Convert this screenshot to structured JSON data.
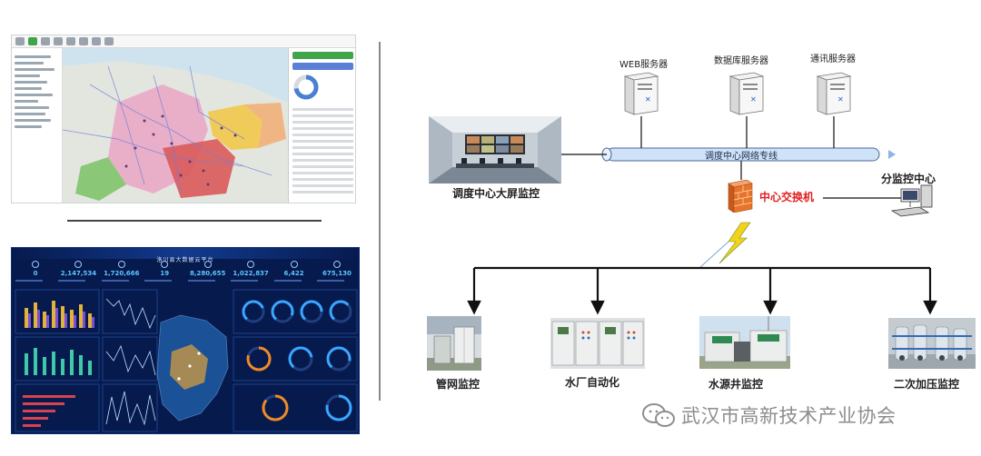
{
  "dashboard": {
    "title": "洛川县大数据云平台",
    "kpis": [
      "0",
      "2,147,534",
      "1,720,666",
      "19",
      "8,280,655",
      "1,022,837",
      "6,422",
      "675,130"
    ]
  },
  "topology": {
    "servers": [
      {
        "id": "web",
        "label": "WEB服务器"
      },
      {
        "id": "db",
        "label": "数据库服务器"
      },
      {
        "id": "comm",
        "label": "通讯服务器"
      }
    ],
    "network_label": "调度中心网络专线",
    "control_room_label": "调度中心大屏监控",
    "switch_label": "中心交换机",
    "sub_center_label": "分监控中心",
    "sites": [
      {
        "id": "pipe",
        "label": "管网监控"
      },
      {
        "id": "plant",
        "label": "水厂自动化"
      },
      {
        "id": "well",
        "label": "水源井监控"
      },
      {
        "id": "booster",
        "label": "二次加压监控"
      }
    ],
    "watermark": "武汉市高新技术产业协会"
  },
  "colors": {
    "network_pipe": "#cfe2f7",
    "switch_brick": "#e8742b",
    "switch_label": "#e11f1f",
    "dash_bg": "#071a4e",
    "dash_accent": "#59c7ff",
    "gis_active": "#3fa44a"
  }
}
